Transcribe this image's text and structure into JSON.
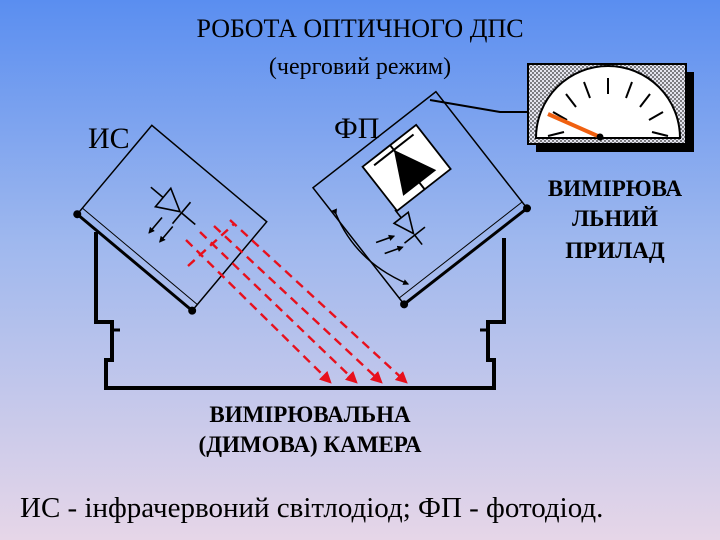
{
  "title": "РОБОТА ОПТИЧНОГО ДПС",
  "subtitle": "(черговий режим)",
  "labels": {
    "emitter": "ИС",
    "photodiode": "ФП",
    "meter_lines": [
      "ВИМІРЮВА",
      "ЛЬНИЙ",
      "ПРИЛАД"
    ],
    "chamber_lines": [
      "ВИМІРЮВАЛЬНА",
      "(ДИМОВА) КАМЕРА"
    ]
  },
  "legend": "ИС - інфрачервоний світлодіод; ФП - фотодіод.",
  "colors": {
    "beam": "#e8101c",
    "needle": "#f06010",
    "outline": "#000000"
  }
}
